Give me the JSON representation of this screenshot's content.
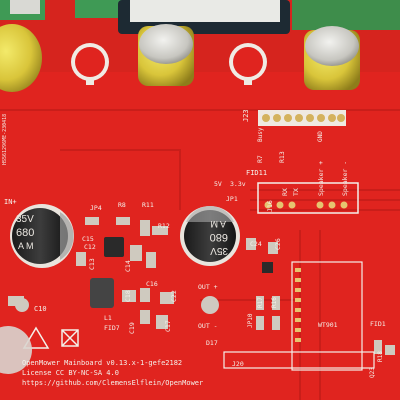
{
  "board": {
    "title": "OpenMower Mainboard v0.13.x-1-gefe2182",
    "license": "License CC BY-NC-SA 4.0",
    "url": "https://github.com/ClemensElflein/OpenMower",
    "serial": "HS561296ME-230418",
    "pcb_color": "#e0241f"
  },
  "silkscreen": {
    "j23": "J23",
    "busy": "Busy",
    "gnd": "GND",
    "fid11": "FID11",
    "r7": "R7",
    "r13": "R13",
    "v5": "5V",
    "v33": "3.3v",
    "jp1": "JP1",
    "j16": "J16",
    "rx": "RX",
    "tx": "TX",
    "speaker_plus": "Speaker +",
    "speaker_minus": "Speaker -",
    "in_plus": "IN+",
    "jp4": "JP4",
    "r8": "R8",
    "r11": "R11",
    "r12": "R12",
    "c15": "C15",
    "c12": "C12",
    "c13": "C13",
    "c14": "C14",
    "c10": "C10",
    "c18": "C18",
    "c16": "C16",
    "c19": "C19",
    "c17": "C17",
    "c22": "C22",
    "c24": "C24",
    "c26": "C26",
    "l1": "L1",
    "fid7": "FID7",
    "d17": "D17",
    "out_plus": "OUT +",
    "out_minus": "OUT -",
    "jp10": "JP10",
    "r17": "R17",
    "r16": "R16",
    "wt901": "WT901",
    "fid1": "FID1",
    "r18": "R18",
    "q23": "Q23",
    "j20": "J20"
  },
  "capacitor_big": {
    "voltage": "35V",
    "capacitance": "680",
    "brand": "A M"
  }
}
